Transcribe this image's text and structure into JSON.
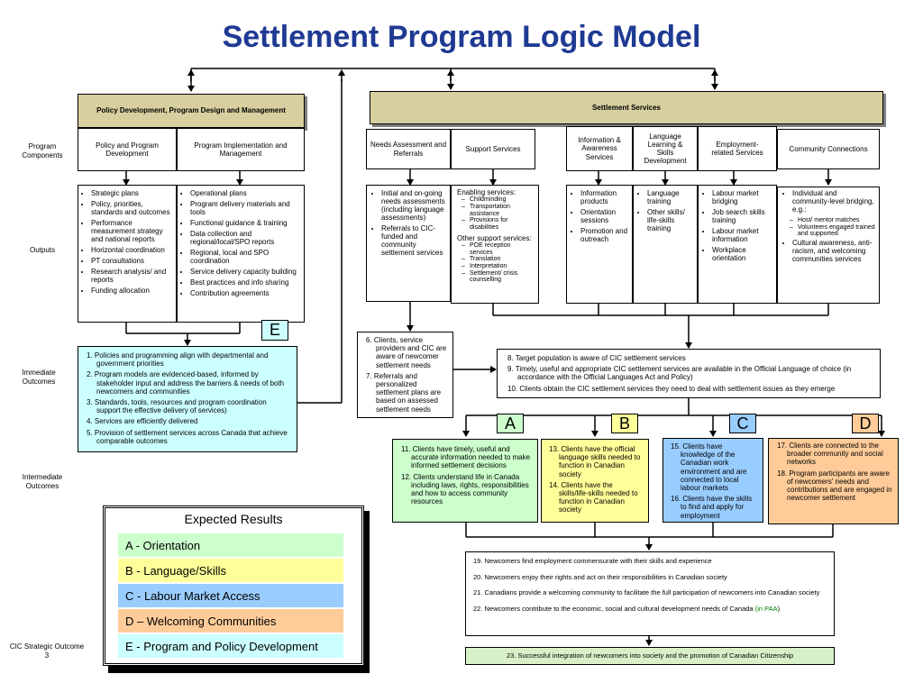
{
  "title": "Settlement Program Logic Model",
  "row_labels": {
    "program_components": "Program Components",
    "outputs": "Outputs",
    "immediate": "Immediate Outcomes",
    "intermediate": "Intermediate Outcomes",
    "strategic": "CIC Strategic Outcome 3"
  },
  "headers": {
    "policy": "Policy Development, Program Design and Management",
    "settlement": "Settlement Services"
  },
  "components": {
    "policy_dev": "Policy and Program Development",
    "implementation": "Program Implementation and Management",
    "needs": "Needs Assessment and Referrals",
    "support": "Support Services",
    "info": "Information & Awareness Services",
    "language": "Language Learning & Skills Development",
    "employment": "Employment-related Services",
    "community": "Community Connections"
  },
  "outputs": {
    "policy_dev": [
      "Strategic plans",
      "Policy, priorities, standards and outcomes",
      "Performance measurement strategy and national reports",
      "Horizontal coordination",
      "PT consultations",
      "Research analysis/ and reports",
      "Funding allocation"
    ],
    "implementation": [
      "Operational plans",
      "Program delivery materials and tools",
      "Functional guidance & training",
      "Data collection and regional/local/SPO reports",
      "Regional, local and SPO coordination",
      "Service delivery capacity building",
      "Best practices and info sharing",
      "Contribution agreements"
    ],
    "needs": [
      "Initial and on-going needs assessments (including language assessments)",
      "Referrals to CIC-funded and community settlement services"
    ],
    "support": {
      "enabling_label": "Enabling services:",
      "enabling": [
        "Childminding",
        "Transportation assistance",
        "Provisions for disabilities"
      ],
      "other_label": "Other support services:",
      "other": [
        "POE reception services",
        "Translation",
        "Interpretation",
        "Settlement/ crisis counselling"
      ]
    },
    "info": [
      "Information products",
      "Orientation sessions",
      "Promotion and outreach"
    ],
    "language": [
      "Language training",
      "Other skills/ life-skills training"
    ],
    "employment": [
      "Labour market bridging",
      "Job search skills training",
      "Labour market information",
      "Workplace orientation"
    ],
    "community": {
      "item1": "Individual and community-level bridging, e.g.:",
      "subs": [
        "Host/ mentor matches",
        "Volunteers engaged trained and supported"
      ],
      "item2": "Cultural awareness, anti-racism, and welcoming communities services"
    }
  },
  "letters": {
    "e": "E",
    "a": "A",
    "b": "B",
    "c": "C",
    "d": "D"
  },
  "immediate_policy": [
    "1. Policies and programming align with departmental and government priorities",
    "2. Program models are evidenced-based, informed by stakeholder input and address the barriers & needs of both newcomers and communities",
    "3. Standards, tools, resources and program coordination support the effective delivery of services)",
    "4. Services are efficiently delivered",
    "5. Provision of settlement services across Canada that achieve comparable outcomes"
  ],
  "immediate_needs": [
    "6. Clients, service providers and CIC are aware of newcomer settlement needs",
    "7. Referrals and personalized settlement plans are based on assessed settlement needs"
  ],
  "immediate_settlement": [
    "8. Target population is aware of CIC settlement services",
    "9. Timely, useful and appropriate CIC settlement services are available in the Official Language of choice (in accordance with the Official Languages Act and Policy)",
    "10. Clients obtain the CIC settlement services they need to deal with settlement issues as they emerge"
  ],
  "intermediate": {
    "a": [
      "11. Clients have timely, useful and accurate information needed to make informed settlement decisions",
      "12. Clients understand life in Canada including laws, rights, responsibilities and how to access community resources"
    ],
    "b": [
      "13. Clients have the official language skills needed to function in Canadian society",
      "14. Clients have the skills/life-skills needed to function in Canadian society"
    ],
    "c": [
      "15. Clients have knowledge of the Canadian work environment and are connected to local labour markets",
      "16. Clients have the skills to find and apply for employment"
    ],
    "d": [
      "17. Clients are connected to the broader community and social networks",
      "18. Program participants are aware of newcomers' needs and contributions and are engaged in newcomer settlement"
    ]
  },
  "final": {
    "i19": "19. Newcomers find employment commensurate with their skills and experience",
    "i20": "20. Newcomers enjoy their rights and act on their responsibilities in Canadian society",
    "i21": "21. Canadians provide a welcoming community to facilitate the full participation of newcomers into Canadian society",
    "i22": "22. Newcomers contribute to the economic, social and cultural development needs of Canada",
    "i22_note": "(in PAA",
    "i22_close": ")"
  },
  "strategic_outcome": "23. Successful integration of newcomers into society and the promotion of Canadian Citizenship",
  "legend": {
    "title": "Expected Results",
    "items": [
      {
        "label": "A - Orientation",
        "color": "#ccffcc"
      },
      {
        "label": "B - Language/Skills",
        "color": "#ffff99"
      },
      {
        "label": "C - Labour Market Access",
        "color": "#99ccff"
      },
      {
        "label": "D – Welcoming Communities",
        "color": "#ffcc99"
      },
      {
        "label": "E - Program and Policy Development",
        "color": "#ccffff"
      }
    ]
  },
  "colors": {
    "title": "#1f3a93",
    "header": "#d8cfa0",
    "a": "#ccffcc",
    "b": "#ffff99",
    "c": "#99ccff",
    "d": "#ffcc99",
    "e": "#ccffff",
    "strategic": "#d8f0c8"
  }
}
